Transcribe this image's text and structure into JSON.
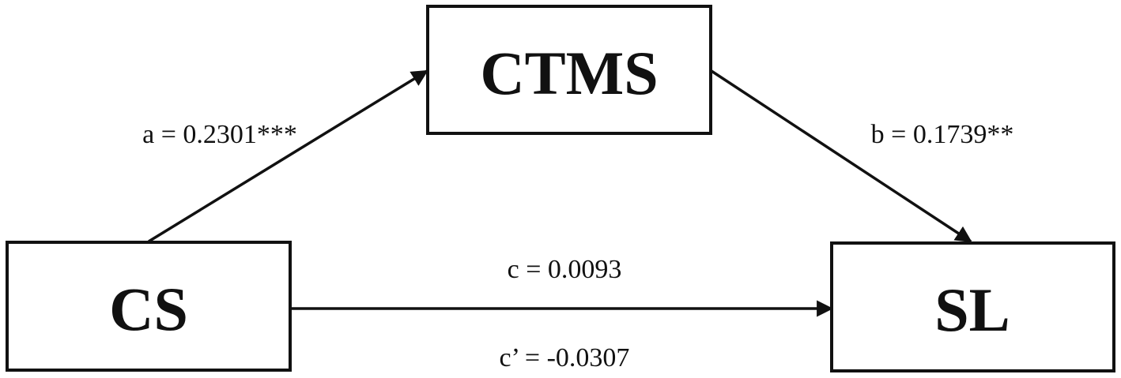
{
  "nodes": {
    "mediator": {
      "label": "CTMS"
    },
    "predictor": {
      "label": "CS"
    },
    "outcome": {
      "label": "SL"
    }
  },
  "paths": {
    "a": {
      "label": "a = 0.2301***"
    },
    "b": {
      "label": "b = 0.1739**"
    },
    "c": {
      "label": "c = 0.0093"
    },
    "c_prime": {
      "label": "c’ = -0.0307"
    }
  },
  "colors": {
    "stroke": "#111111",
    "background": "#ffffff"
  }
}
